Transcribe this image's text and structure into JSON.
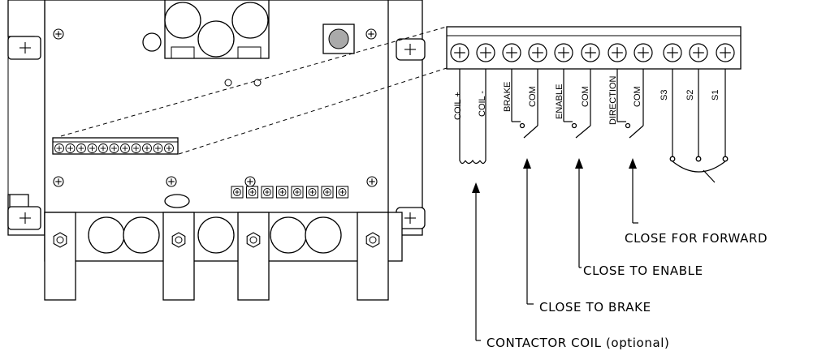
{
  "diagram": {
    "terminals": [
      {
        "id": "coil-plus",
        "label": "COIL +"
      },
      {
        "id": "coil-minus",
        "label": "COIL -"
      },
      {
        "id": "brake",
        "label": "BRAKE"
      },
      {
        "id": "com-brake",
        "label": "COM"
      },
      {
        "id": "enable",
        "label": "ENABLE"
      },
      {
        "id": "com-enable",
        "label": "COM"
      },
      {
        "id": "direction",
        "label": "DIRECTION"
      },
      {
        "id": "com-direction",
        "label": "COM"
      },
      {
        "id": "s3",
        "label": "S3"
      },
      {
        "id": "s2",
        "label": "S2"
      },
      {
        "id": "s1",
        "label": "S1"
      }
    ],
    "callouts": {
      "forward": "CLOSE FOR FORWARD",
      "enable": "CLOSE TO ENABLE",
      "brake": "CLOSE TO BRAKE",
      "coil": "CONTACTOR COIL (optional)"
    }
  }
}
